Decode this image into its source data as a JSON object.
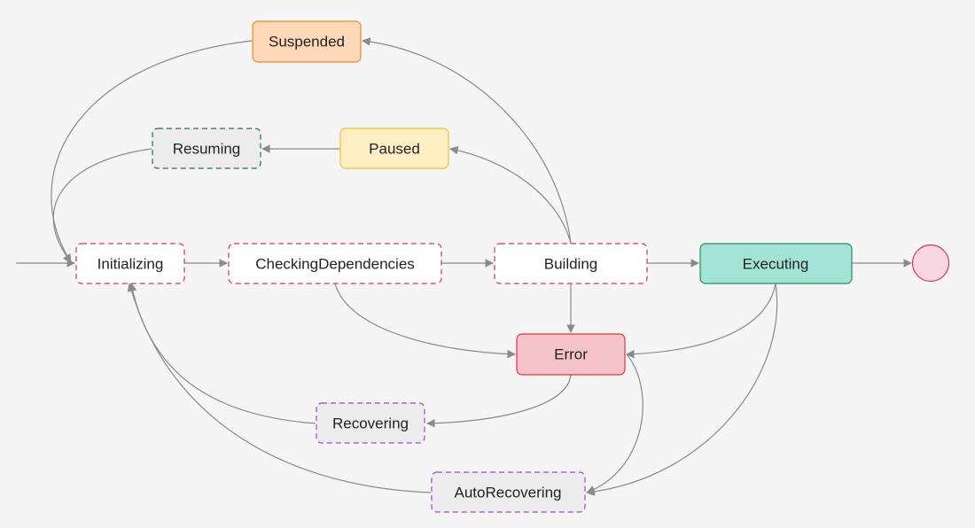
{
  "diagram": {
    "type": "state-diagram",
    "nodes": {
      "suspended": {
        "label": "Suspended",
        "style": "suspended"
      },
      "resuming": {
        "label": "Resuming",
        "style": "resuming"
      },
      "paused": {
        "label": "Paused",
        "style": "paused"
      },
      "initializing": {
        "label": "Initializing",
        "style": "pending"
      },
      "checking": {
        "label": "CheckingDependencies",
        "style": "pending"
      },
      "building": {
        "label": "Building",
        "style": "pending"
      },
      "executing": {
        "label": "Executing",
        "style": "executing"
      },
      "error": {
        "label": "Error",
        "style": "error"
      },
      "recovering": {
        "label": "Recovering",
        "style": "recovery"
      },
      "autorecovering": {
        "label": "AutoRecovering",
        "style": "recovery"
      },
      "end": {
        "label": "",
        "style": "end"
      }
    },
    "edges": [
      {
        "from": "start",
        "to": "initializing"
      },
      {
        "from": "initializing",
        "to": "checking"
      },
      {
        "from": "checking",
        "to": "building"
      },
      {
        "from": "building",
        "to": "executing"
      },
      {
        "from": "executing",
        "to": "end"
      },
      {
        "from": "building",
        "to": "error"
      },
      {
        "from": "checking",
        "to": "error"
      },
      {
        "from": "executing",
        "to": "error"
      },
      {
        "from": "building",
        "to": "paused"
      },
      {
        "from": "building",
        "to": "suspended"
      },
      {
        "from": "paused",
        "to": "resuming"
      },
      {
        "from": "resuming",
        "to": "initializing"
      },
      {
        "from": "suspended",
        "to": "initializing"
      },
      {
        "from": "error",
        "to": "recovering"
      },
      {
        "from": "recovering",
        "to": "initializing"
      },
      {
        "from": "error",
        "to": "autorecovering"
      },
      {
        "from": "executing",
        "to": "autorecovering"
      },
      {
        "from": "autorecovering",
        "to": "initializing"
      }
    ],
    "colors": {
      "background": "#f5f5f5",
      "edge": "#8a8a8a",
      "pending_fill": "#ffffff",
      "pending_stroke": "#d6336c",
      "suspended_fill": "#ffd8b8",
      "suspended_stroke": "#e8883a",
      "paused_fill": "#fff0c4",
      "paused_stroke": "#f0c232",
      "resuming_fill": "#ececec",
      "resuming_stroke": "#2b6b4a",
      "executing_fill": "#a3e3d5",
      "executing_stroke": "#2a8a6a",
      "error_fill": "#f4c3c7",
      "error_stroke": "#e0354a",
      "recovery_fill": "#ececec",
      "recovery_stroke": "#8b4fd8",
      "end_fill": "#f6d6e1",
      "end_stroke": "#d6336c"
    }
  }
}
